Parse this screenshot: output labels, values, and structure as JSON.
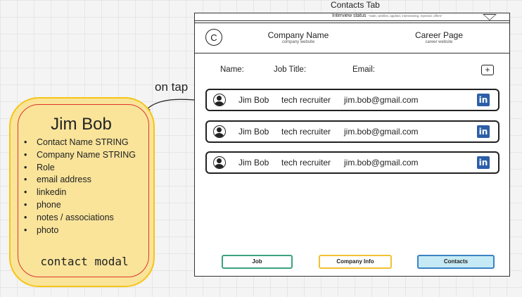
{
  "tab": {
    "title": "Contacts Tab",
    "status_label": "Interview status",
    "status_options": "\"stale, wishlist, applied, interviewing, rejected, offers\""
  },
  "header": {
    "logo_letter": "C",
    "company_name": "Company Name",
    "company_website": "company website",
    "career_page": "Career Page",
    "career_website": "career website"
  },
  "columns": {
    "name": "Name:",
    "job_title": "Job Title:",
    "email": "Email:",
    "add": "+"
  },
  "contacts": [
    {
      "name": "Jim Bob",
      "role": "tech recruiter",
      "email": "jim.bob@gmail.com",
      "linkedin": "in"
    },
    {
      "name": "Jim Bob",
      "role": "tech recruiter",
      "email": "jim.bob@gmail.com",
      "linkedin": "in"
    },
    {
      "name": "Jim Bob",
      "role": "tech recruiter",
      "email": "jim.bob@gmail.com",
      "linkedin": "in"
    }
  ],
  "nav": {
    "job": "Job",
    "company_info": "Company Info",
    "contacts": "Contacts"
  },
  "connector_label": "on tap",
  "modal": {
    "title": "Jim Bob",
    "fields": [
      "Contact Name STRING",
      "Company Name STRING",
      "Role",
      "email address",
      "linkedin",
      "phone",
      "notes / associations",
      "photo"
    ],
    "caption": "contact modal"
  },
  "colors": {
    "modal_fill": "#f9e49a",
    "modal_border": "#f5c518",
    "modal_inner_border": "#e0352b",
    "job_border": "#3aa37e",
    "company_border": "#f2c232",
    "contacts_border": "#3b82c4",
    "contacts_fill": "#c6eaf5",
    "linkedin": "#2c5fa8"
  }
}
